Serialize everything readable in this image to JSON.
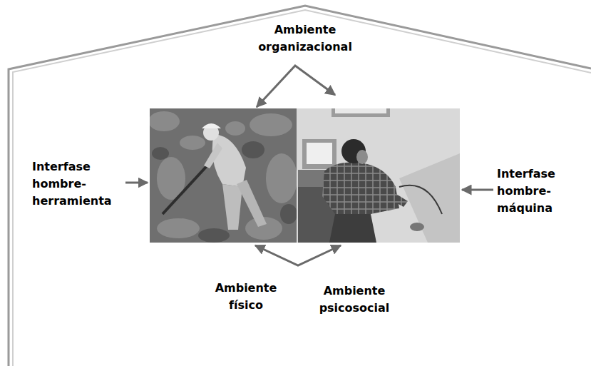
{
  "diagram": {
    "labels": [
      "Ambiente organizacional",
      "Interfase hombre-herramienta",
      "Interfase hombre-máquina",
      "Ambiente físico",
      "Ambiente psicosocial"
    ]
  }
}
